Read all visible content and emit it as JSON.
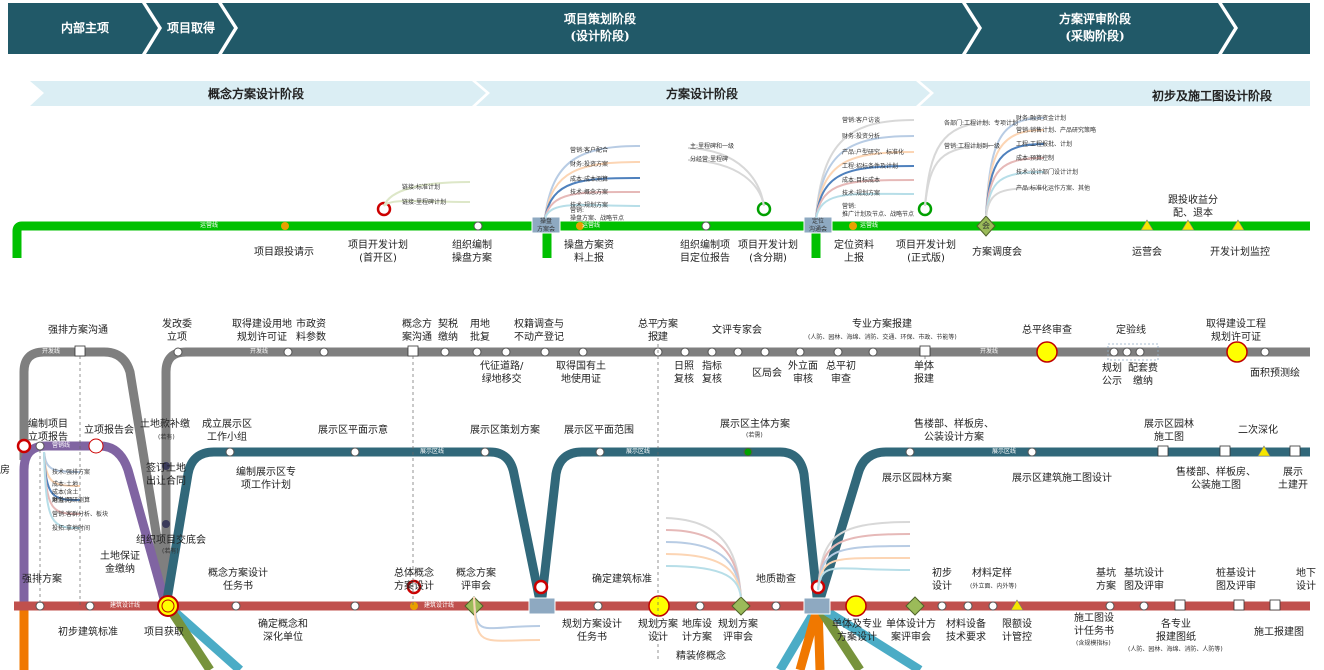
{
  "header": {
    "phases": [
      {
        "id": "internal",
        "text": "内部主项"
      },
      {
        "id": "acquire",
        "text": "项目取得"
      },
      {
        "id": "planning",
        "text": "项目策划阶段\n(设计阶段)"
      },
      {
        "id": "review",
        "text": "方案评审阶段\n(采购阶段)"
      }
    ],
    "subphases": [
      {
        "id": "concept",
        "text": "概念方案设计阶段"
      },
      {
        "id": "scheme",
        "text": "方案设计阶段"
      },
      {
        "id": "construction",
        "text": "初步及施工图设计阶段"
      }
    ]
  },
  "colors": {
    "header_bg": "#215968",
    "subheader_bg": "#dbeef4",
    "green_line": "#00c000",
    "gray_line": "#7f7f7f",
    "teal_line": "#31687a",
    "red_line": "#c0504d",
    "purple_line": "#8064a2",
    "orange_line": "#f07800",
    "olive_line": "#77933c",
    "blue_line": "#4bacc6"
  },
  "line_tags": {
    "operation": "运营线",
    "develop": "开发线",
    "exhibit": "展示区线",
    "design": "建筑设计线",
    "marketing": "营销线"
  },
  "green_row": {
    "labels": [
      {
        "id": "g1",
        "text": "项目跟投请示"
      },
      {
        "id": "g2",
        "text": "项目开发计划\n(首开区)"
      },
      {
        "id": "g3",
        "text": "组织编制\n操盘方案"
      },
      {
        "id": "g4",
        "text": "操盘方案资\n料上报"
      },
      {
        "id": "g5",
        "text": "组织编制项\n目定位报告"
      },
      {
        "id": "g6",
        "text": "项目开发计划\n(含分期)"
      },
      {
        "id": "g7",
        "text": "定位资料\n上报"
      },
      {
        "id": "g8",
        "text": "项目开发计划\n(正式版)"
      },
      {
        "id": "g9",
        "text": "方案调度会"
      },
      {
        "id": "g10",
        "text": "运营会"
      },
      {
        "id": "g11",
        "text": "跟投收益分\n配、退本"
      },
      {
        "id": "g12",
        "text": "开发计划监控"
      }
    ],
    "milestones": [
      "操盘\n方案会",
      "定位\n沟通会"
    ],
    "badge": "会",
    "notes": [
      {
        "id": "n1",
        "text": "链接:标准计划"
      },
      {
        "id": "n2",
        "text": "链接:里程碑计划"
      },
      {
        "id": "n3",
        "text": "营销:客户配合"
      },
      {
        "id": "n4",
        "text": "财务:投资方案"
      },
      {
        "id": "n5",
        "text": "成本:成本测算"
      },
      {
        "id": "n6",
        "text": "技术:概念方案"
      },
      {
        "id": "n7",
        "text": "技术:规划方案"
      },
      {
        "id": "n8",
        "text": "营销:\n操盘方案、战略节点"
      },
      {
        "id": "n9",
        "text": "主:里程碑和一级"
      },
      {
        "id": "n10",
        "text": "分经营:里程碑"
      },
      {
        "id": "n11",
        "text": "营销:客户访谈"
      },
      {
        "id": "n12",
        "text": "财务:投资分析"
      },
      {
        "id": "n13",
        "text": "产品:户型研究、标准化"
      },
      {
        "id": "n14",
        "text": "工程:招标条件及计划"
      },
      {
        "id": "n15",
        "text": "成本:目标成本"
      },
      {
        "id": "n16",
        "text": "技术:规划方案"
      },
      {
        "id": "n17",
        "text": "营销:\n推广计划及节点、战略节点"
      },
      {
        "id": "n18",
        "text": "各部门:工程计划、专项计划"
      },
      {
        "id": "n19",
        "text": "营销:工程计划到一级"
      },
      {
        "id": "n20",
        "text": "财务:融资资金计划"
      },
      {
        "id": "n21",
        "text": "营销:销售计划、产品研究策略"
      },
      {
        "id": "n22",
        "text": "工程:工程报批、计划"
      },
      {
        "id": "n23",
        "text": "成本:预算控制"
      },
      {
        "id": "n24",
        "text": "技术:设计部门设计计划"
      },
      {
        "id": "n25",
        "text": "产品:标准化运作方案、其他"
      }
    ]
  },
  "gray_row": {
    "labels": [
      {
        "id": "y1",
        "text": "强排方案沟通"
      },
      {
        "id": "y2",
        "text": "发改委\n立项"
      },
      {
        "id": "y3",
        "text": "取得建设用地\n规划许可证"
      },
      {
        "id": "y4",
        "text": "市政资\n料参数"
      },
      {
        "id": "y5",
        "text": "概念方\n案沟通"
      },
      {
        "id": "y6",
        "text": "契税\n缴纳"
      },
      {
        "id": "y7",
        "text": "用地\n批复"
      },
      {
        "id": "y8",
        "text": "权籍调查与\n不动产登记"
      },
      {
        "id": "y9",
        "text": "代征道路/\n绿地移交"
      },
      {
        "id": "y10",
        "text": "取得国有土\n地使用证"
      },
      {
        "id": "y11",
        "text": "总平方案\n报建"
      },
      {
        "id": "y12",
        "text": "日照\n复核"
      },
      {
        "id": "y13",
        "text": "指标\n复核"
      },
      {
        "id": "y14",
        "text": "文评专家会"
      },
      {
        "id": "y15",
        "text": "区局会"
      },
      {
        "id": "y16",
        "text": "外立面\n审核"
      },
      {
        "id": "y17",
        "text": "总平初\n审查"
      },
      {
        "id": "y18",
        "text": "专业方案报建"
      },
      {
        "id": "y19",
        "text": "(人防、园林、海绵、消防、交通、环保、市政、节能等)"
      },
      {
        "id": "y20",
        "text": "单体\n报建"
      },
      {
        "id": "y21",
        "text": "总平终审查"
      },
      {
        "id": "y22",
        "text": "定验线"
      },
      {
        "id": "y23",
        "text": "规划\n公示"
      },
      {
        "id": "y24",
        "text": "配套费\n缴纳"
      },
      {
        "id": "y25",
        "text": "取得建设工程\n规划许可证"
      },
      {
        "id": "y26",
        "text": "面积预测绘"
      }
    ]
  },
  "teal_row": {
    "labels": [
      {
        "id": "t1",
        "text": "编制项目\n立项报告"
      },
      {
        "id": "t2",
        "text": "立项报告会"
      },
      {
        "id": "t3",
        "text": "土地款补缴"
      },
      {
        "id": "t4",
        "text": "(若有)"
      },
      {
        "id": "t5",
        "text": "成立展示区\n工作小组"
      },
      {
        "id": "t6",
        "text": "展示区平面示意"
      },
      {
        "id": "t7",
        "text": "展示区策划方案"
      },
      {
        "id": "t8",
        "text": "展示区平面范围"
      },
      {
        "id": "t9",
        "text": "展示区主体方案"
      },
      {
        "id": "t10",
        "text": "(若需)"
      },
      {
        "id": "t11",
        "text": "售楼部、样板房、\n公装设计方案"
      },
      {
        "id": "t12",
        "text": "展示区园林\n施工图"
      },
      {
        "id": "t13",
        "text": "二次深化"
      },
      {
        "id": "t14",
        "text": "签订土地\n出让合同"
      },
      {
        "id": "t15",
        "text": "编制展示区专\n项工作计划"
      },
      {
        "id": "t16",
        "text": "展示区园林方案"
      },
      {
        "id": "t17",
        "text": "展示区建筑施工图设计"
      },
      {
        "id": "t18",
        "text": "售楼部、样板房、\n公装施工图"
      },
      {
        "id": "t19",
        "text": "展示\n土建开"
      },
      {
        "id": "t20",
        "text": "房"
      }
    ],
    "notes": [
      {
        "id": "p1",
        "text": "技术:强排方案"
      },
      {
        "id": "p2",
        "text": "成本:土地成本(含土地溢价)"
      },
      {
        "id": "p3",
        "text": "财务:可研测算"
      },
      {
        "id": "p4",
        "text": "营销:客群分析、板块"
      },
      {
        "id": "p5",
        "text": "投拓:拿地时间"
      }
    ]
  },
  "red_row": {
    "labels": [
      {
        "id": "r1",
        "text": "组织项目交底会"
      },
      {
        "id": "r2",
        "text": "(若有)"
      },
      {
        "id": "r3",
        "text": "土地保证\n金缴纳"
      },
      {
        "id": "r4",
        "text": "强排方案"
      },
      {
        "id": "r5",
        "text": "初步建筑标准"
      },
      {
        "id": "r6",
        "text": "项目获取"
      },
      {
        "id": "r7",
        "text": "概念方案设计\n任务书"
      },
      {
        "id": "r8",
        "text": "确定概念和\n深化单位"
      },
      {
        "id": "r9",
        "text": "总体概念\n方案设计"
      },
      {
        "id": "r10",
        "text": "概念方案\n评审会"
      },
      {
        "id": "r11",
        "text": "确定建筑标准"
      },
      {
        "id": "r12",
        "text": "规划方案设计\n任务书"
      },
      {
        "id": "r13",
        "text": "规划方案\n设计"
      },
      {
        "id": "r14",
        "text": "地库设\n计方案"
      },
      {
        "id": "r15",
        "text": "规划方案\n评审会"
      },
      {
        "id": "r16",
        "text": "地质勘查"
      },
      {
        "id": "r17",
        "text": "单体及专业\n方案设计"
      },
      {
        "id": "r18",
        "text": "单体设计方\n案评审会"
      },
      {
        "id": "r19",
        "text": "初步\n设计"
      },
      {
        "id": "r20",
        "text": "材料定样"
      },
      {
        "id": "r21",
        "text": "(外立面、内外等)"
      },
      {
        "id": "r22",
        "text": "材料设备\n技术要求"
      },
      {
        "id": "r23",
        "text": "限额设\n计管控"
      },
      {
        "id": "r24",
        "text": "基坑\n方案"
      },
      {
        "id": "r25",
        "text": "基坑设计\n图及评审"
      },
      {
        "id": "r26",
        "text": "施工图设\n计任务书"
      },
      {
        "id": "r27",
        "text": "(含规模指标)"
      },
      {
        "id": "r28",
        "text": "各专业\n报建图纸"
      },
      {
        "id": "r29",
        "text": "(人防、园林、海绵、消防、人防等)"
      },
      {
        "id": "r30",
        "text": "桩基设计\n图及评审"
      },
      {
        "id": "r31",
        "text": "施工报建图"
      },
      {
        "id": "r32",
        "text": "地下\n设计"
      },
      {
        "id": "r33",
        "text": "精装修概念"
      }
    ]
  }
}
